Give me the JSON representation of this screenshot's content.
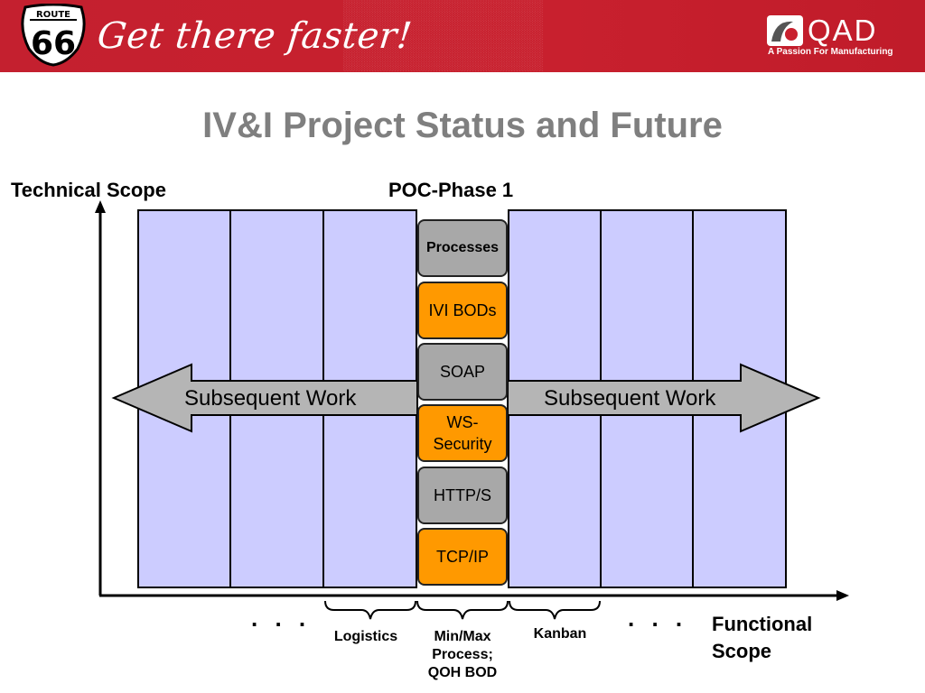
{
  "banner": {
    "route_text": "ROUTE",
    "route_number": "66",
    "tagline": "Get there faster!",
    "company_name": "QAD",
    "company_slogan": "A Passion For Manufacturing",
    "colors": {
      "banner_red": "#c8202e"
    }
  },
  "title": "IV&I Project Status and Future",
  "axes": {
    "vertical_label": "Technical Scope",
    "horizontal_label": "Functional Scope"
  },
  "phase_label": "POC-Phase 1",
  "stack": [
    {
      "label": "Processes",
      "color": "#a8a8a8"
    },
    {
      "label": "IVI BODs",
      "color": "#ff9900"
    },
    {
      "label": "SOAP",
      "color": "#a8a8a8"
    },
    {
      "label": "WS-Security",
      "color": "#ff9900"
    },
    {
      "label": "HTTP/S",
      "color": "#a8a8a8"
    },
    {
      "label": "TCP/IP",
      "color": "#ff9900"
    }
  ],
  "arrows": {
    "left_label": "Subsequent Work",
    "right_label": "Subsequent Work",
    "color": "#b5b5b5"
  },
  "functional_areas": [
    {
      "label": "Logistics"
    },
    {
      "label": "Min/Max Process; QOH BOD"
    },
    {
      "label": "Kanban"
    }
  ],
  "ellipsis": ". . .",
  "colors": {
    "column_fill": "#ccccff",
    "title_grey": "#7f7f7f"
  }
}
